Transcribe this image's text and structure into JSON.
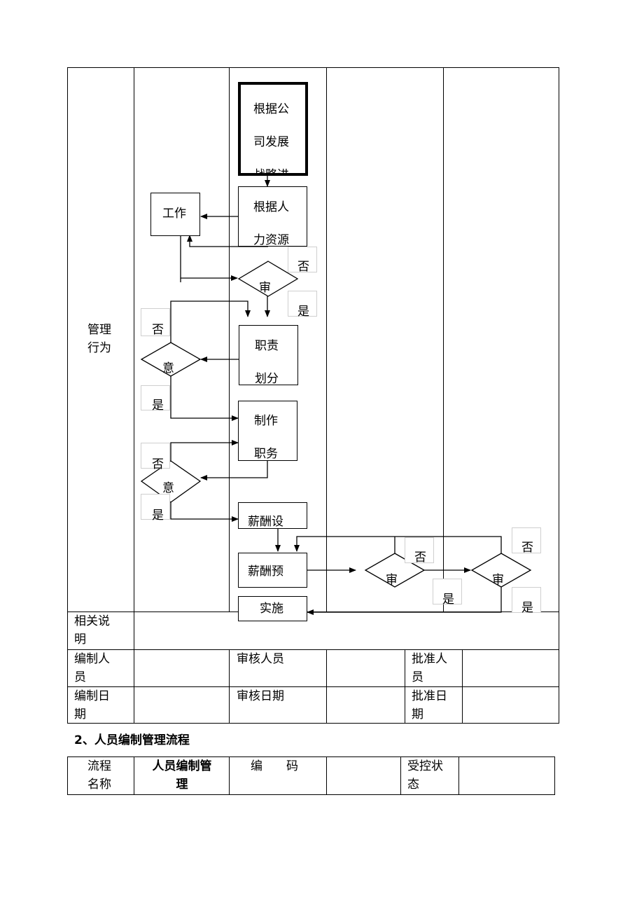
{
  "flow": {
    "row_label": "管理\n行为",
    "nodes": {
      "strategy": "根据公\n司发展\n战略进",
      "hr_plan": "根据人\n力资源",
      "work": "工作",
      "review1": "审",
      "duty": "职责\n划分",
      "agree1": "意",
      "make_job": "制作\n职务",
      "agree2": "意",
      "salary_design": "薪酬设",
      "salary_budget": "薪酬预",
      "review2": "审",
      "review3": "审",
      "implement": "实施"
    },
    "labels": {
      "no": "否",
      "yes": "是"
    }
  },
  "table1": {
    "related_notes": "相关说\n明",
    "prepared_by": "编制人\n员",
    "reviewed_by": "审核人员",
    "approved_by": "批准人\n员",
    "prepared_date": "编制日\n期",
    "reviewed_date": "审核日期",
    "approved_date": "批准日\n期"
  },
  "section2": {
    "heading": "2、人员编制管理流程"
  },
  "table2": {
    "process_name_label": "流程\n名称",
    "process_name_value": "人员编制管\n理",
    "code_label": "编　　码",
    "control_status_label": "受控状\n态"
  }
}
